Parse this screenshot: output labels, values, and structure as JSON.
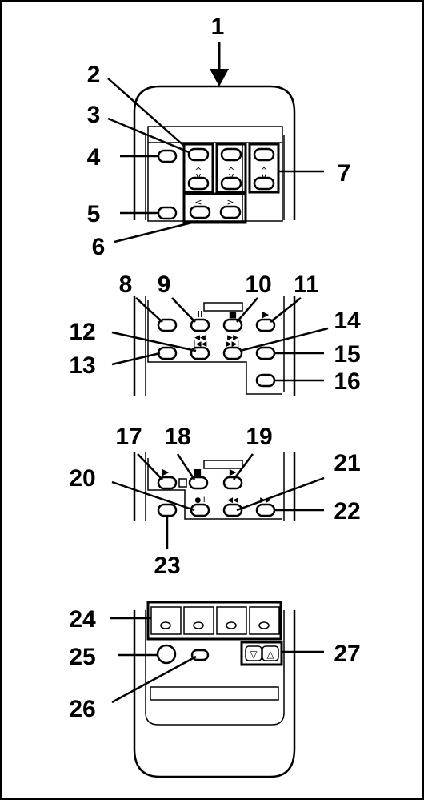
{
  "callouts": [
    "1",
    "2",
    "3",
    "4",
    "5",
    "6",
    "7",
    "8",
    "9",
    "10",
    "11",
    "12",
    "13",
    "14",
    "15",
    "16",
    "17",
    "18",
    "19",
    "20",
    "21",
    "22",
    "23",
    "24",
    "25",
    "26",
    "27"
  ],
  "symbols": {
    "up": "^",
    "down": "v",
    "left": "<",
    "right": ">",
    "pause": "II",
    "stop": "■",
    "play_slow": "▶",
    "play": "▶",
    "rewind": "◀◀",
    "ffwd": "▶▶",
    "skip_back": "|◀◀",
    "skip_fwd": "▶▶|",
    "record_pause": "●II",
    "tri_down": "▽",
    "tri_up": "△"
  },
  "colors": {
    "line": "#000000",
    "background": "#ffffff"
  }
}
